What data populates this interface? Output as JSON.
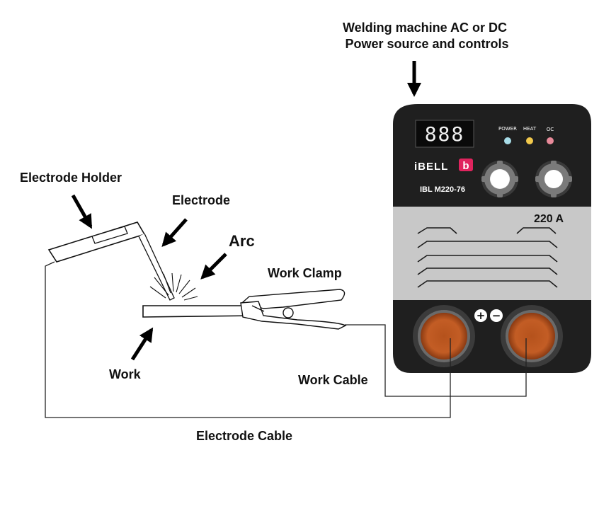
{
  "labels": {
    "machine_line1": "Welding machine AC or DC",
    "machine_line2": "Power source and controls",
    "electrode_holder": "Electrode Holder",
    "electrode": "Electrode",
    "arc": "Arc",
    "work_clamp": "Work Clamp",
    "work": "Work",
    "work_cable": "Work Cable",
    "electrode_cable": "Electrode Cable"
  },
  "machine": {
    "display_digits": "888",
    "indicators": [
      {
        "label": "POWER",
        "color": "#a8dde8"
      },
      {
        "label": "HEAT",
        "color": "#f2c94c"
      },
      {
        "label": "OC",
        "color": "#e88a9a"
      }
    ],
    "brand": "iBELL",
    "brand_mark": "b",
    "model": "IBL M220-76",
    "rating": "220 A",
    "plus_symbol": "+",
    "minus_symbol": "−"
  },
  "colors": {
    "machine_body": "#1f1f1f",
    "machine_panel": "#c8c8c8",
    "brand_accent": "#e0245e",
    "terminal": "#c1531f"
  }
}
